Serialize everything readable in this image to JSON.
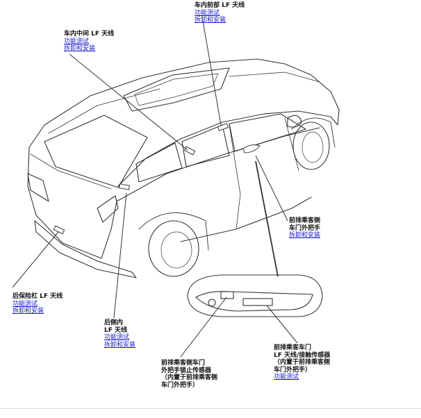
{
  "callouts": {
    "front_interior": {
      "title": "车内前部 LF 天线",
      "links": [
        "功能测试",
        "拆卸和安装"
      ]
    },
    "middle_interior": {
      "title": "车内中间 LF 天线",
      "links": [
        "功能测试",
        "拆卸和安装"
      ]
    },
    "front_passenger_handle": {
      "title_lines": [
        "前排乘客侧",
        "车门外把手"
      ],
      "links": [
        "拆卸和安装"
      ]
    },
    "rear_bumper": {
      "title": "后保险杠 LF 天线",
      "links": [
        "功能测试",
        "拆卸和安装"
      ]
    },
    "rear_interior": {
      "title_lines": [
        "后侧内",
        "LF 天线"
      ],
      "links": [
        "功能测试",
        "拆卸和安装"
      ]
    },
    "lock_sensor": {
      "lines": [
        "前排乘客侧车门",
        "外把手锁止传感器",
        "（内置于前排乘客侧",
        "车门外把手）"
      ]
    },
    "touch_sensor": {
      "lines": [
        "前排乘客车门",
        "LF 天线/接触传感器",
        "（内置于前排乘客侧",
        "车门外把手）"
      ],
      "links": [
        "功能测试"
      ]
    }
  },
  "colors": {
    "line": "#333333",
    "link": "#1a1acc",
    "text": "#111111"
  }
}
